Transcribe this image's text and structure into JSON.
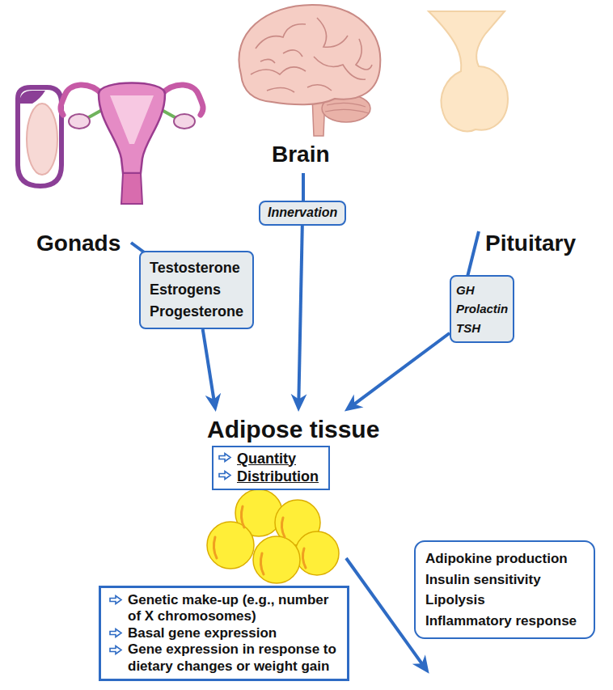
{
  "diagram": {
    "nodes": [
      {
        "text": [
          "Testosterone",
          "Estrogens",
          "Progesterone"
        ]
      },
      {
        "text": [
          "Innervation"
        ]
      },
      {
        "text": [
          "GH",
          "Prolactin",
          "TSH"
        ]
      },
      {
        "text": [
          "Adipose tissue",
          "Quantity",
          "Distribution"
        ]
      },
      {
        "text": [
          "Genetic make-up (e.g., number of X chromosomes)",
          "Basal gene expression",
          "Gene expression in response to dietary changes or weight gain"
        ]
      },
      {
        "text": [
          "Adipokine production",
          "Insulin sensitivity",
          "Lipolysis",
          "Inflammatory response"
        ]
      }
    ],
    "edges": [
      {
        "from": 0,
        "to": 3,
        "arrow": "to"
      },
      {
        "from": 1,
        "to": 3,
        "arrow": "to"
      },
      {
        "from": 2,
        "to": 3,
        "arrow": "to"
      }
    ],
    "labels": [
      "Gonads",
      "Brain",
      "Pituitary"
    ]
  }
}
